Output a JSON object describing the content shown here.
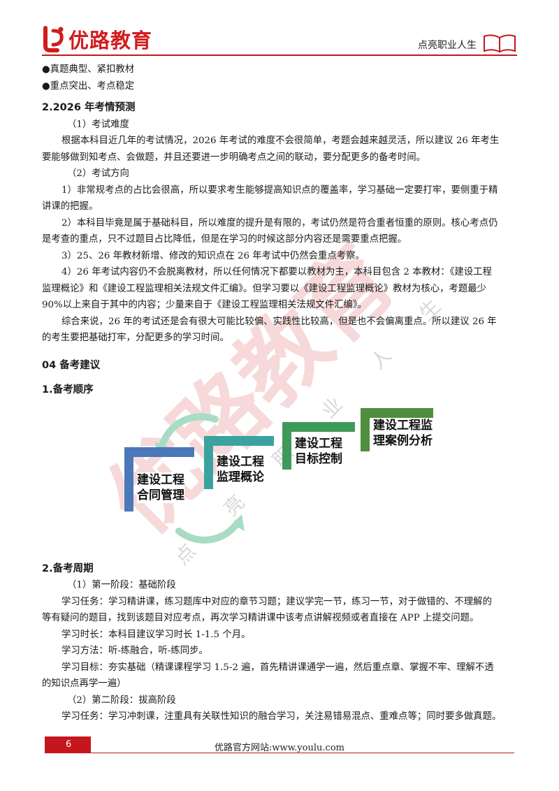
{
  "header": {
    "brand_name": "优路教育",
    "slogan": "点亮职业人生"
  },
  "content": {
    "bullets": [
      "●真题典型、紧扣教材",
      "●重点突出、考点稳定"
    ],
    "section_2_title": "2.2026 年考情预测",
    "difficulty_label": "（1）考试难度",
    "difficulty_text": [
      "根据本科目近几年的考试情况，2026 年考试的难度不会很简单，考题会越来越灵活，所以建议 26 年考生",
      "要能够做到知考点、会做题，并且还要进一步明确考点之间的联动，要分配更多的备考时间。"
    ],
    "direction_label": "（2）考试方向",
    "direction_items": [
      [
        "1）非常规考点的占比会很高，所以要求考生能够提高知识点的覆盖率，学习基础一定要打牢，要侧重于精",
        "讲课的把握。"
      ],
      [
        "2）本科目毕竟是属于基础科目，所以难度的提升是有限的，考试仍然是符合重者恒重的原则。核心考点仍",
        "是考查的重点，只不过题目占比降低，但是在学习的时候这部分内容还是需要重点把握。"
      ],
      [
        "3）25、26 年教材新增、修改的知识点在 26 年考试中仍然会重点考察。"
      ],
      [
        "4）26 年考试内容仍不会脱离教材，所以任何情况下都要以教材为主，本科目包含 2 本教材：《建设工程",
        "监理概论》和《建设工程监理相关法规文件汇编》。但学习要以《建设工程监理概论》教材为核心，考题最少",
        "90%以上来自于其中的内容；少量来自于《建设工程监理相关法规文件汇编》。"
      ]
    ],
    "summary_text": [
      "综合来说，26 年的考试还是会有很大可能比较偏、实践性比较高，但是也不会偏离重点。所以建议 26 年",
      "的考生要把基础打牢，分配更多的学习时间。"
    ],
    "section_04_title": "04 备考建议",
    "order_title": "1.备考顺序",
    "period_title": "2.备考周期",
    "stage1_label": "（1）第一阶段：基础阶段",
    "stage1_lines": [
      "学习任务：学习精讲课，练习题库中对应的章节习题；建议学完一节，练习一节，对于做错的、不理解的",
      "等有疑问的题目，找到该题目对应考点，再次学习精讲课中该考点讲解视频或者直接在 APP 上提交问题。",
      "学习时长：本科目建议学习时长 1-1.5 个月。",
      "学习方法：听-练融合，听-练同步。",
      "学习目标：夯实基础（精课课程学习 1.5-2 遍，首先精讲课通学一遍，然后重点章、掌握不牢、理解不透",
      "的知识点再学一遍）"
    ],
    "stage2_label": "（2）第二阶段：拔高阶段",
    "stage2_lines": [
      "学习任务：学习冲刺课，注重具有关联性知识的融合学习，关注易错易混点、重难点等；同时要多做真题。"
    ]
  },
  "diagram": {
    "steps": [
      {
        "line1": "建设工程",
        "line2": "合同管理",
        "color": "#4a78b8"
      },
      {
        "line1": "建设工程",
        "line2": "监理概论",
        "color": "#3aa3a0"
      },
      {
        "line1": "建设工程",
        "line2": "目标控制",
        "color": "#3f9a5a"
      },
      {
        "line1": "建设工程监",
        "line2": "理案例分析",
        "color": "#4f8e3e"
      }
    ]
  },
  "watermark": {
    "text": "优路教育",
    "small_text": [
      "点",
      "亮",
      "职",
      "业",
      "人",
      "生"
    ]
  },
  "footer": {
    "page_number": "6",
    "site": "优路官方网站:www.youlu.com"
  },
  "colors": {
    "brand_red": "#c5161d"
  }
}
